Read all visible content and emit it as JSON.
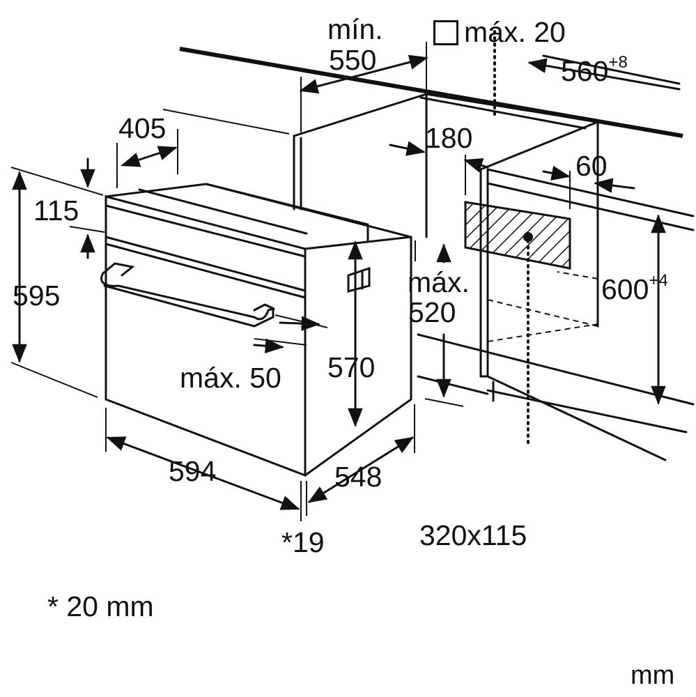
{
  "labels": {
    "min": "mín.",
    "d550": "550",
    "max20": "máx. 20",
    "d560": "560",
    "d560_tol": "+8",
    "d405": "405",
    "d180": "180",
    "d60": "60",
    "d115": "115",
    "d595": "595",
    "d600": "600",
    "d600_tol": "+4",
    "max_520_a": "máx.",
    "max_520_b": "520",
    "d570": "570",
    "max50": "máx. 50",
    "d594": "594",
    "d548": "548",
    "note19": "*19",
    "d320x115": "320x115",
    "footnote": "* 20 mm",
    "unit": "mm"
  },
  "icons": {
    "square": "square-icon",
    "hatched_opening": "hatched-ventilation-icon"
  }
}
